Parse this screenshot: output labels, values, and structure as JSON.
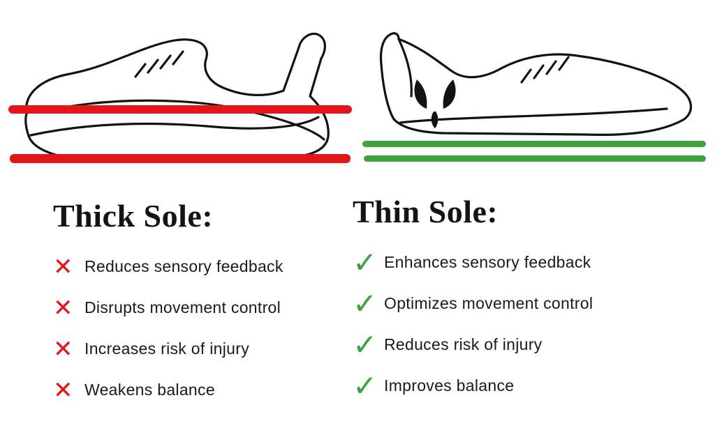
{
  "infographic": {
    "left": {
      "heading": "Thick Sole:",
      "items": [
        {
          "label": "Reduces sensory feedback"
        },
        {
          "label": "Disrupts movement control"
        },
        {
          "label": "Increases risk of injury"
        },
        {
          "label": "Weakens balance"
        }
      ]
    },
    "right": {
      "heading": "Thin Sole:",
      "items": [
        {
          "label": "Enhances sensory feedback"
        },
        {
          "label": "Optimizes movement control"
        },
        {
          "label": "Reduces risk of injury"
        },
        {
          "label": "Improves balance"
        }
      ]
    },
    "icons": {
      "cross": "✕",
      "check": "✓"
    }
  },
  "colors": {
    "red": "#e2151b",
    "green": "#3da33c",
    "ink": "#141414",
    "background": "#ffffff"
  }
}
